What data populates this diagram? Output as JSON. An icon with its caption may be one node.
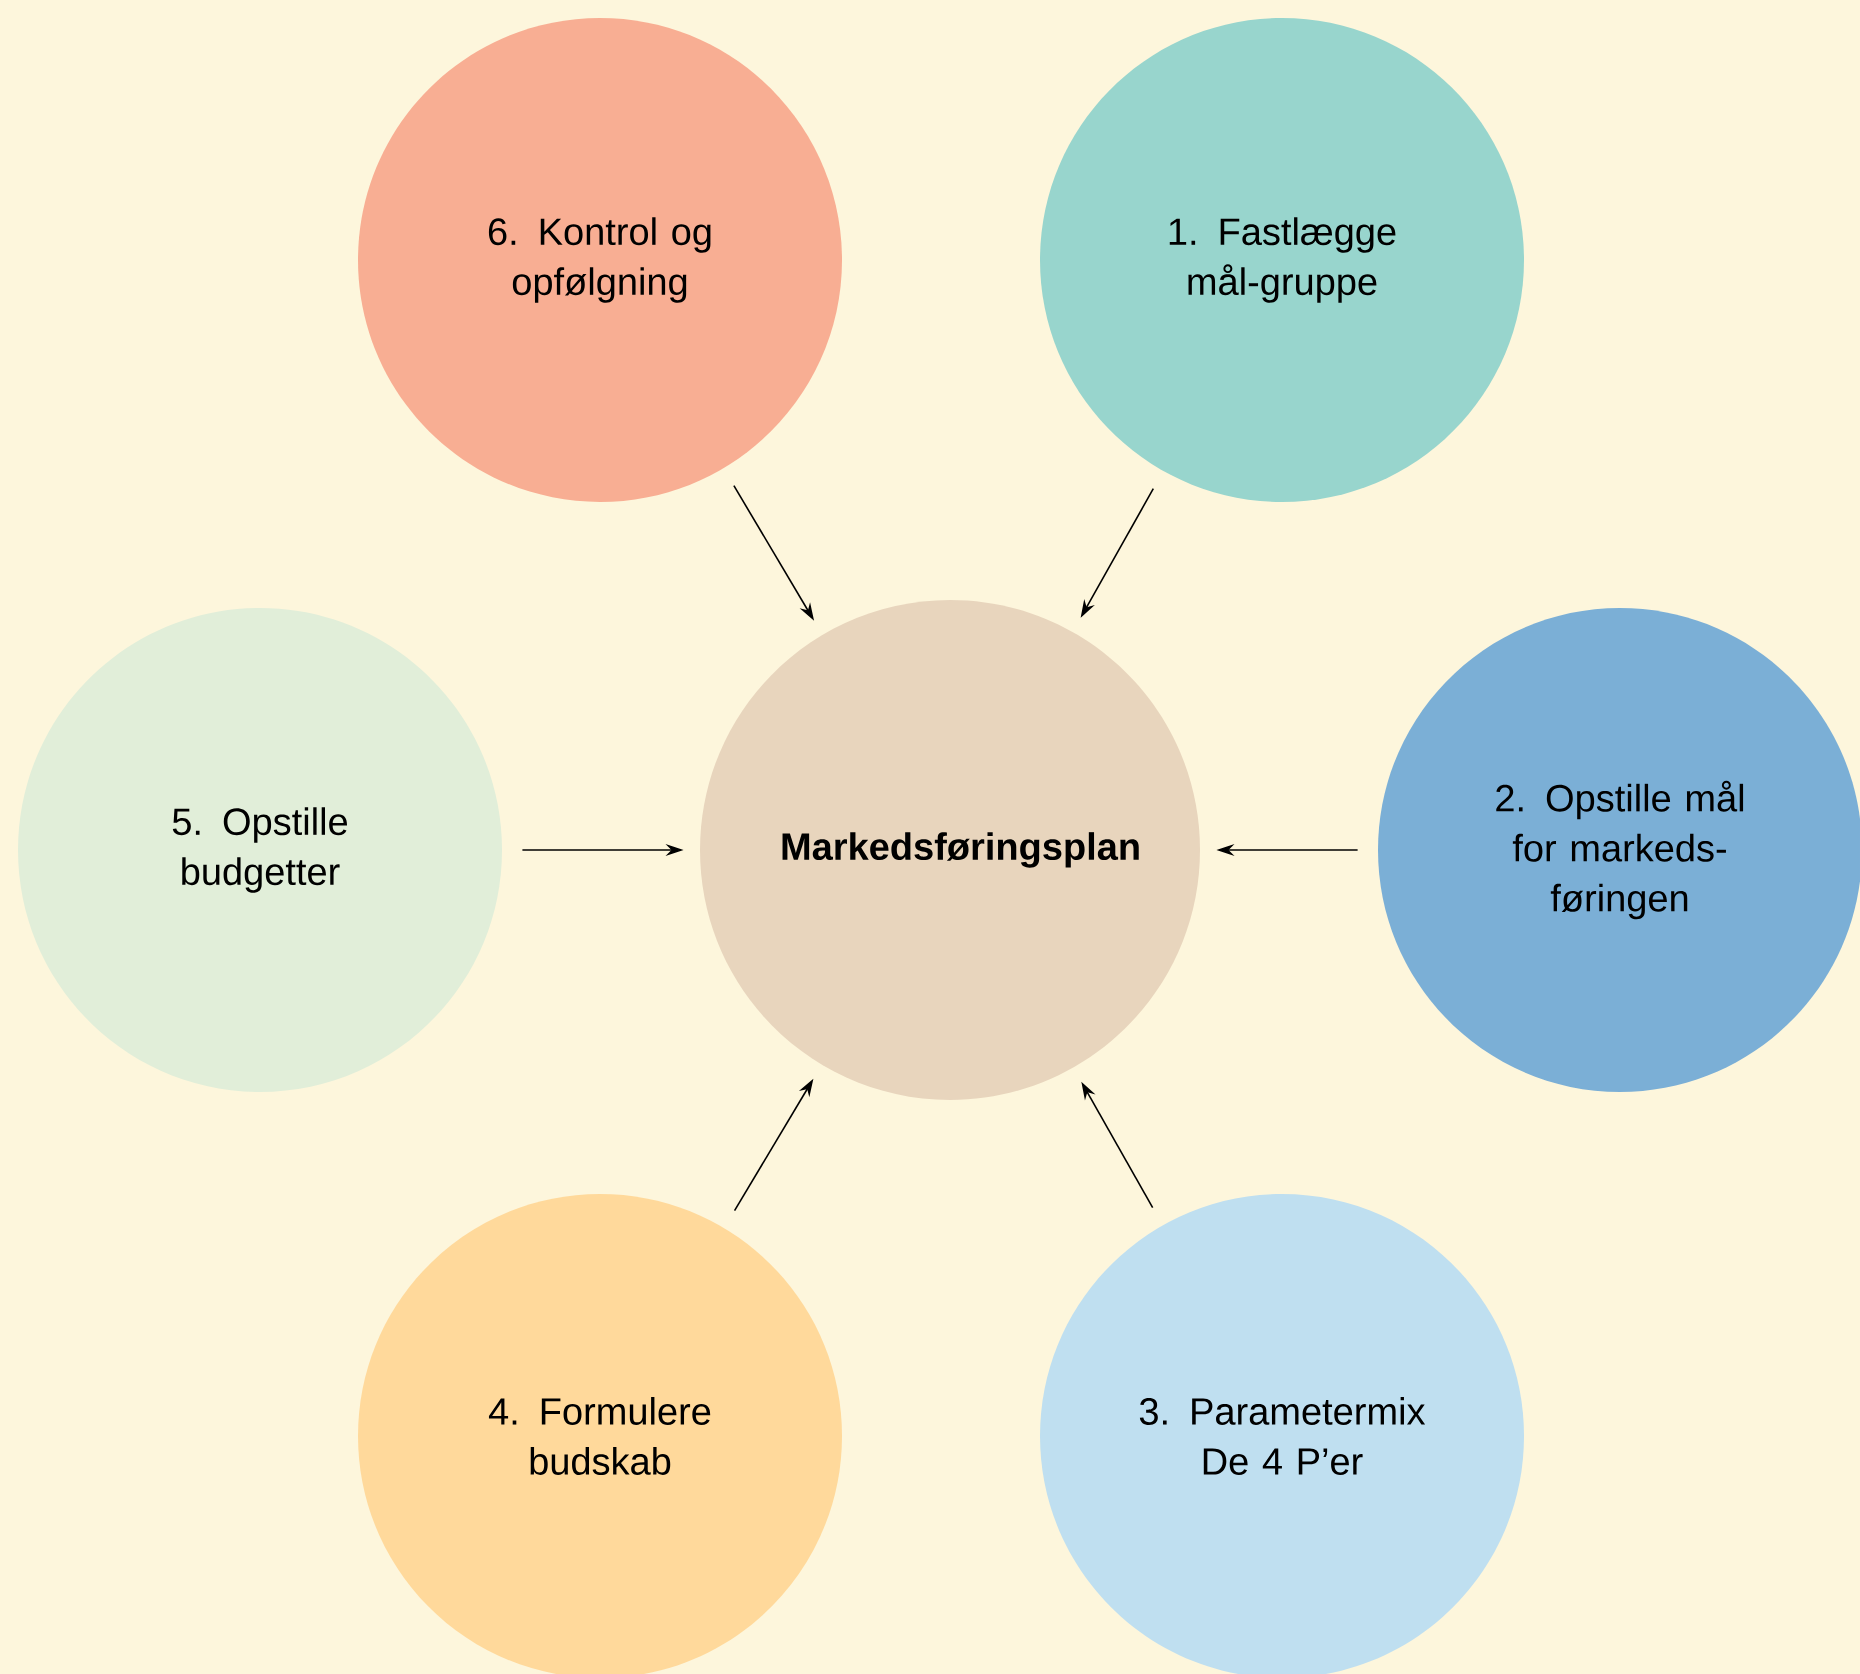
{
  "diagram": {
    "nodes": [
      {
        "text": [
          "Markedsføringsplan"
        ]
      },
      {
        "text": [
          "1. Fastlægge mål-gruppe"
        ]
      },
      {
        "text": [
          "2. Opstille mål for markeds-føringen"
        ]
      },
      {
        "text": [
          "3. Parametermix De 4 P’er"
        ]
      },
      {
        "text": [
          "4. Formulere budskab"
        ]
      },
      {
        "text": [
          "5. Opstille budgetter"
        ]
      },
      {
        "text": [
          "6. Kontrol og opfølgning"
        ]
      }
    ],
    "edges": [
      {
        "from": 1,
        "to": 0,
        "arrow": "to"
      },
      {
        "from": 2,
        "to": 0,
        "arrow": "to"
      },
      {
        "from": 3,
        "to": 0,
        "arrow": "to"
      },
      {
        "from": 4,
        "to": 0,
        "arrow": "to"
      },
      {
        "from": 5,
        "to": 0,
        "arrow": "to"
      },
      {
        "from": 6,
        "to": 0,
        "arrow": "to"
      }
    ]
  }
}
